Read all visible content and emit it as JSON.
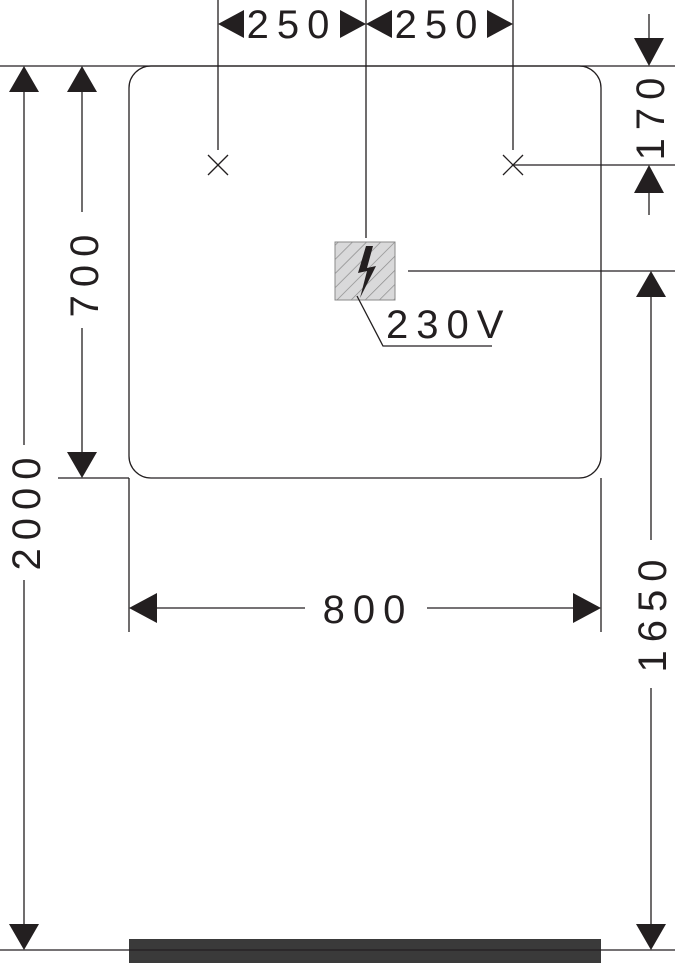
{
  "dimensions": {
    "top_left_offset": "250",
    "top_right_offset": "250",
    "top_drop": "170",
    "mirror_height": "700",
    "total_height": "2000",
    "mirror_width": "800",
    "socket_height": "1650"
  },
  "socket": {
    "voltage_label": "230V",
    "icon": "lightning-bolt-icon"
  },
  "colors": {
    "line": "#231f20",
    "socket_fill": "#d9d9da",
    "floor": "#3a3a3a"
  }
}
